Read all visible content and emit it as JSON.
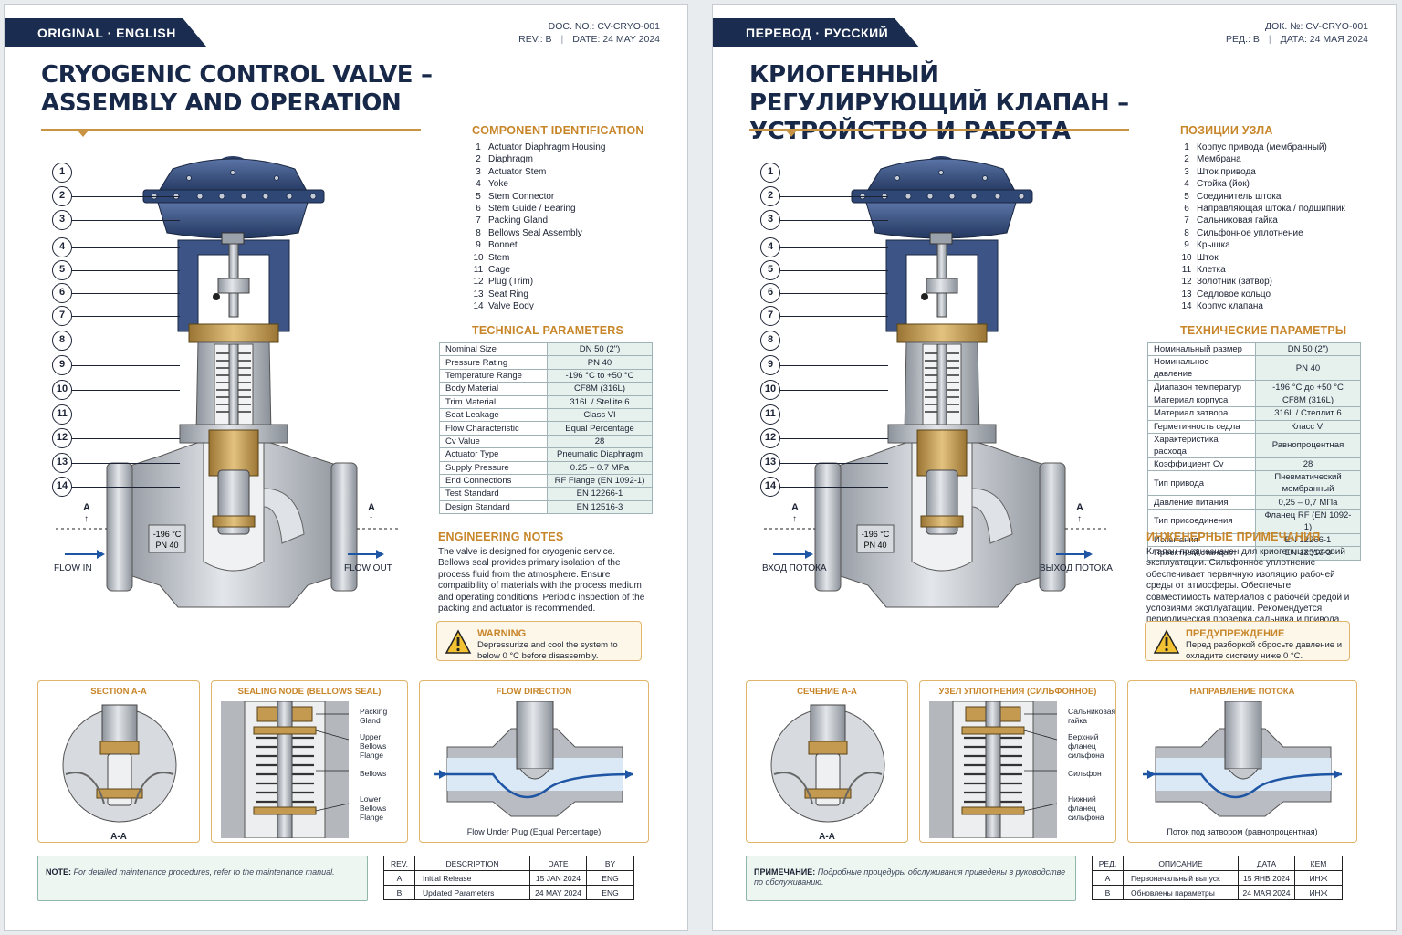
{
  "left": {
    "tag": "ORIGINAL · ENGLISH",
    "doc_no": "DOC. NO.: CV-CRYO-001",
    "rev": "REV.: B",
    "date": "DATE: 24 MAY 2024",
    "title": "CRYOGENIC CONTROL VALVE – ASSEMBLY AND OPERATION",
    "components_title": "COMPONENT IDENTIFICATION",
    "components": [
      "Actuator Diaphragm Housing",
      "Diaphragm",
      "Actuator Stem",
      "Yoke",
      "Stem Connector",
      "Stem Guide / Bearing",
      "Packing Gland",
      "Bellows Seal Assembly",
      "Bonnet",
      "Stem",
      "Cage",
      "Plug (Trim)",
      "Seat Ring",
      "Valve Body"
    ],
    "params_title": "TECHNICAL PARAMETERS",
    "params": [
      [
        "Nominal Size",
        "DN 50 (2\")"
      ],
      [
        "Pressure Rating",
        "PN 40"
      ],
      [
        "Temperature Range",
        "-196 °C to +50 °C"
      ],
      [
        "Body Material",
        "CF8M (316L)"
      ],
      [
        "Trim Material",
        "316L / Stellite 6"
      ],
      [
        "Seat Leakage",
        "Class VI"
      ],
      [
        "Flow Characteristic",
        "Equal Percentage"
      ],
      [
        "Cv Value",
        "28"
      ],
      [
        "Actuator Type",
        "Pneumatic Diaphragm"
      ],
      [
        "Supply Pressure",
        "0.25 – 0.7 MPa"
      ],
      [
        "End Connections",
        "RF Flange (EN 1092-1)"
      ],
      [
        "Test Standard",
        "EN 12266-1"
      ],
      [
        "Design Standard",
        "EN 12516-3"
      ]
    ],
    "notes_title": "ENGINEERING NOTES",
    "notes": "The valve is designed for cryogenic service. Bellows seal provides primary isolation of the process fluid from the atmosphere. Ensure compatibility of materials with the process medium and operating conditions. Periodic inspection of the packing and actuator is recommended.",
    "warn_title": "WARNING",
    "warn_text": "Depressurize and cool the system to below 0 °C before disassembly.",
    "flow_in": "FLOW IN",
    "flow_out": "FLOW OUT",
    "plate_temp": "-196 °C",
    "plate_pn": "PN 40",
    "sec_a": "A",
    "box1_title": "SECTION A-A",
    "box1_label": "A-A",
    "box2_title": "SEALING NODE (BELLOWS SEAL)",
    "box2_labels": [
      "Packing Gland",
      "Upper Bellows Flange",
      "Bellows",
      "Lower Bellows Flange"
    ],
    "box3_title": "FLOW DIRECTION",
    "box3_caption": "Flow Under Plug (Equal Percentage)",
    "note_label": "NOTE:",
    "note_text": "For detailed maintenance procedures, refer to the maintenance manual.",
    "rev_head": [
      "REV.",
      "DESCRIPTION",
      "DATE",
      "BY"
    ],
    "rev_rows": [
      [
        "A",
        "Initial Release",
        "15 JAN 2024",
        "ENG"
      ],
      [
        "B",
        "Updated Parameters",
        "24 MAY 2024",
        "ENG"
      ]
    ]
  },
  "right": {
    "tag": "ПЕРЕВОД · РУССКИЙ",
    "doc_no": "ДОК. №: CV-CRYO-001",
    "rev": "РЕД.: B",
    "date": "ДАТА: 24 МАЯ 2024",
    "title": "КРИОГЕННЫЙ РЕГУЛИРУЮЩИЙ КЛАПАН – УСТРОЙСТВО И РАБОТА",
    "components_title": "ПОЗИЦИИ УЗЛА",
    "components": [
      "Корпус привода (мембранный)",
      "Мембрана",
      "Шток привода",
      "Стойка (йок)",
      "Соединитель штока",
      "Направляющая штока / подшипник",
      "Сальниковая гайка",
      "Сильфонное уплотнение",
      "Крышка",
      "Шток",
      "Клетка",
      "Золотник (затвор)",
      "Седловое кольцо",
      "Корпус клапана"
    ],
    "params_title": "ТЕХНИЧЕСКИЕ ПАРАМЕТРЫ",
    "params": [
      [
        "Номинальный размер",
        "DN 50 (2\")"
      ],
      [
        "Номинальное давление",
        "PN 40"
      ],
      [
        "Диапазон температур",
        "-196 °C до +50 °C"
      ],
      [
        "Материал корпуса",
        "CF8M (316L)"
      ],
      [
        "Материал затвора",
        "316L / Стеллит 6"
      ],
      [
        "Герметичность седла",
        "Класс VI"
      ],
      [
        "Характеристика расхода",
        "Равнопроцентная"
      ],
      [
        "Коэффициент Cv",
        "28"
      ],
      [
        "Тип привода",
        "Пневматический мембранный"
      ],
      [
        "Давление питания",
        "0,25 – 0,7 МПа"
      ],
      [
        "Тип присоединения",
        "Фланец RF (EN 1092-1)"
      ],
      [
        "Испытания",
        "EN 12266-1"
      ],
      [
        "Проектный стандарт",
        "EN 12516-3"
      ]
    ],
    "notes_title": "ИНЖЕНЕРНЫЕ ПРИМЕЧАНИЯ",
    "notes": "Клапан предназначен для криогенных условий эксплуатации. Сильфонное уплотнение обеспечивает первичную изоляцию рабочей среды от атмосферы. Обеспечьте совместимость материалов с рабочей средой и условиями эксплуатации. Рекомендуется периодическая проверка сальника и привода.",
    "warn_title": "ПРЕДУПРЕЖДЕНИЕ",
    "warn_text": "Перед разборкой сбросьте давление и охладите систему ниже 0 °C.",
    "flow_in": "ВХОД ПОТОКА",
    "flow_out": "ВЫХОД ПОТОКА",
    "plate_temp": "-196 °C",
    "plate_pn": "PN 40",
    "sec_a": "A",
    "box1_title": "СЕЧЕНИЕ A-A",
    "box1_label": "A-A",
    "box2_title": "УЗЕЛ УПЛОТНЕНИЯ (СИЛЬФОННОЕ)",
    "box2_labels": [
      "Сальниковая гайка",
      "Верхний фланец сильфона",
      "Сильфон",
      "Нижний фланец сильфона"
    ],
    "box3_title": "НАПРАВЛЕНИЕ ПОТОКА",
    "box3_caption": "Поток под затвором (равнопроцентная)",
    "note_label": "ПРИМЕЧАНИЕ:",
    "note_text": "Подробные процедуры обслуживания приведены в руководстве по обслуживанию.",
    "rev_head": [
      "РЕД.",
      "ОПИСАНИЕ",
      "ДАТА",
      "КЕМ"
    ],
    "rev_rows": [
      [
        "A",
        "Первоначальный выпуск",
        "15 ЯНВ 2024",
        "ИНЖ"
      ],
      [
        "B",
        "Обновлены параметры",
        "24 МАЯ 2024",
        "ИНЖ"
      ]
    ]
  },
  "colors": {
    "navy": "#1a2c4f",
    "accent": "#c8862a",
    "actuator": "#2f4775",
    "steel": "#b9bdc3",
    "brass": "#c39a4f",
    "flow": "#1e55a4"
  }
}
